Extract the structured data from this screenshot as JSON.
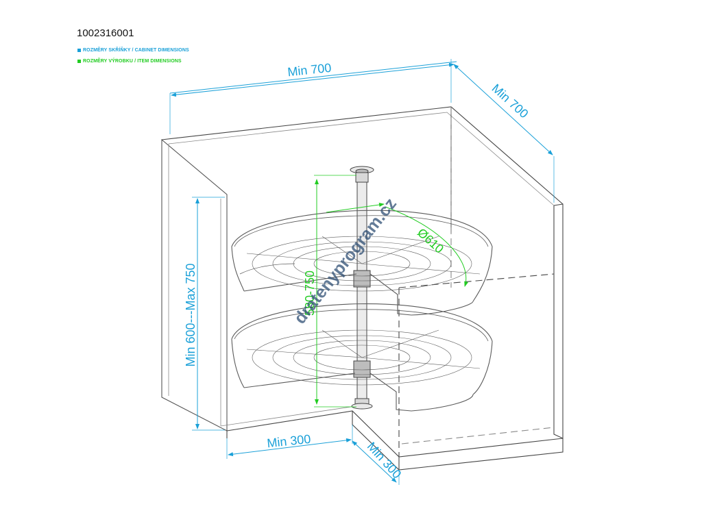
{
  "product_code": "1002316001",
  "legend": [
    {
      "label": "ROZMĚRY SKŘÍŇKY / CABINET DIMENSIONS",
      "color": "#1aa0d8"
    },
    {
      "label": "ROZMĚRY VÝROBKU / ITEM DIMENSIONS",
      "color": "#22cc22"
    }
  ],
  "dimensions": {
    "width_top": "Min 700",
    "depth_right": "Min 700",
    "height_left": "Min 600---Max 750",
    "front_bottom": "Min 300",
    "side_bottom": "Min 300",
    "item_height": "580-750",
    "item_diameter": "Ø610"
  },
  "watermark": "dratenyprogram.cz",
  "colors": {
    "cabinet_dim": "#1aa0d8",
    "item_dim": "#22cc22",
    "outline": "#444444",
    "basket": "#5a5a5a"
  }
}
